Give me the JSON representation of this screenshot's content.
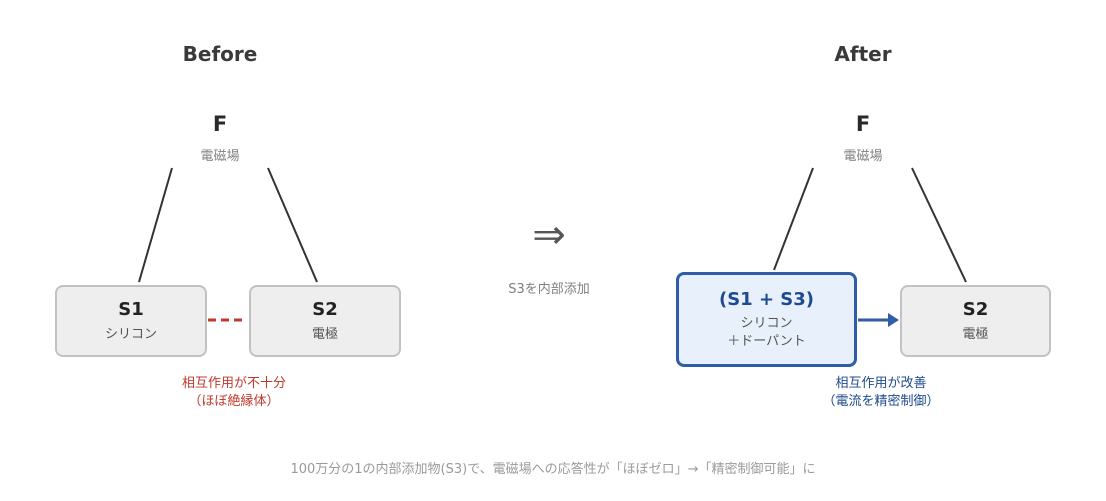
{
  "before": {
    "heading": "Before",
    "field": {
      "label": "F",
      "sub": "電磁場"
    },
    "s1": {
      "title": "S1",
      "sub": "シリコン"
    },
    "s2": {
      "title": "S2",
      "sub": "電極"
    },
    "interaction_line1": "相互作用が不十分",
    "interaction_line2": "（ほぼ絶縁体）",
    "colors": {
      "interaction": "#c0392b"
    }
  },
  "transition": {
    "arrow": "⇒",
    "caption": "S3を内部添加"
  },
  "after": {
    "heading": "After",
    "field": {
      "label": "F",
      "sub": "電磁場"
    },
    "s13": {
      "title": "(S1 + S3)",
      "sub_line1": "シリコン",
      "sub_line2": "＋ドーパント"
    },
    "s2": {
      "title": "S2",
      "sub": "電極"
    },
    "interaction_line1": "相互作用が改善",
    "interaction_line2": "（電流を精密制御）",
    "colors": {
      "interaction": "#2f5da6",
      "box_fill": "#e8f0fb"
    }
  },
  "caption": "100万分の1の内部添加物(S3)で、電磁場への応答性が「ほぼゼロ」→「精密制御可能」に"
}
